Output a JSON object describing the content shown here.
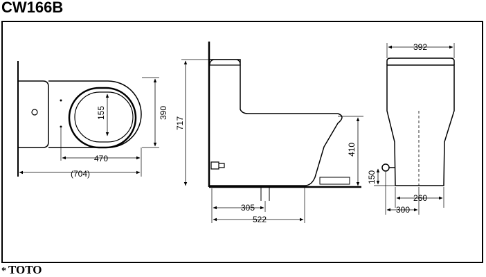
{
  "model": "CW166B",
  "brand": "TOTO",
  "brand_prefix": "*",
  "top_view": {
    "width_label": "390",
    "bowl_inner_label": "155",
    "depth_to_flange_label": "470",
    "total_length_label": "(704)"
  },
  "side_view": {
    "height_label": "717",
    "outlet_height_label": "410",
    "rough_in_label": "305",
    "base_length_label": "522"
  },
  "back_view": {
    "tank_width_label": "392",
    "supply_height_label": "150",
    "base_width_label": "260",
    "supply_offset_label": "300"
  },
  "colors": {
    "line": "#000000",
    "background": "#ffffff"
  }
}
